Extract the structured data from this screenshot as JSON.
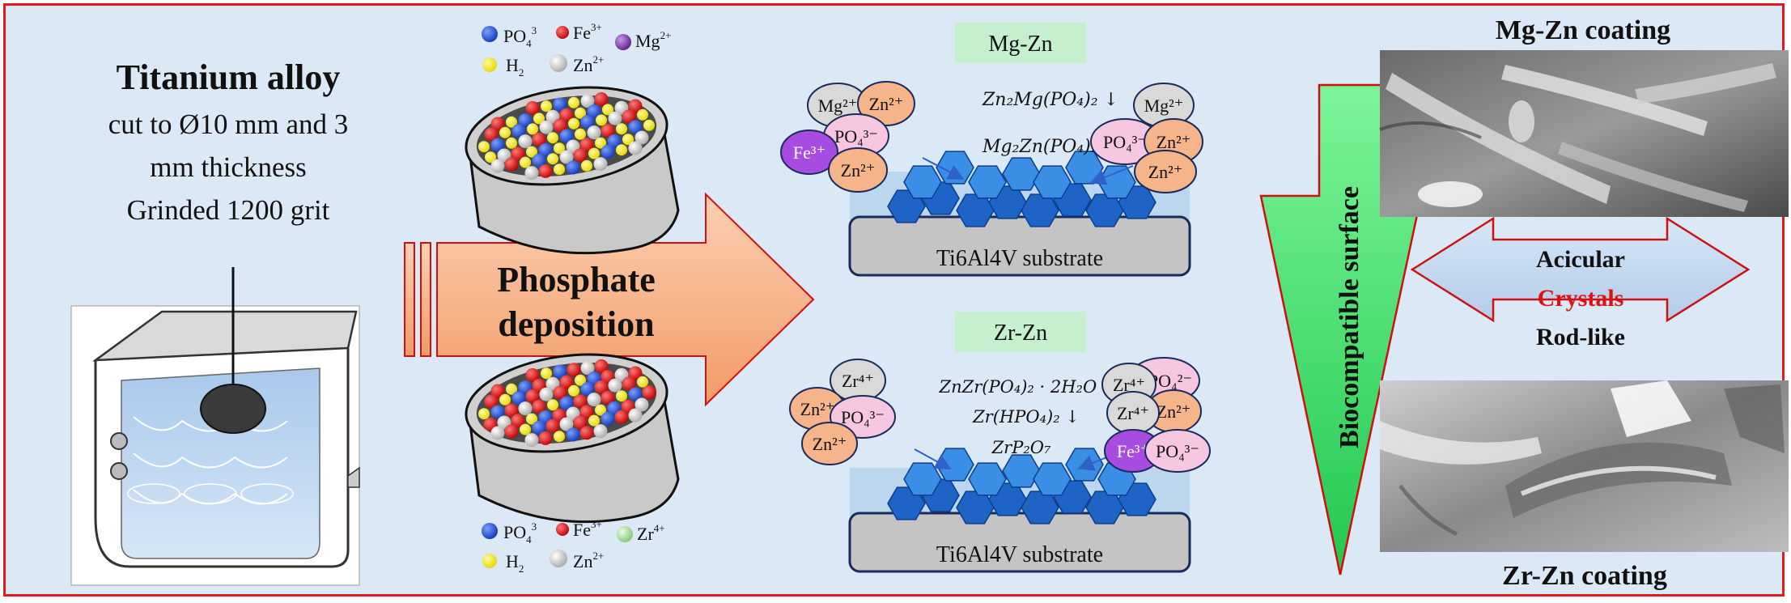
{
  "left": {
    "title": "Titanium alloy",
    "line1": "cut to Ø10 mm and 3",
    "line2": "mm thickness",
    "line3": "Grinded 1200 grit"
  },
  "arrow_label": {
    "line1": "Phosphate",
    "line2": "deposition"
  },
  "legend_top": {
    "po4": "PO",
    "po4_sub": "4",
    "po4_sup": "3",
    "fe": "Fe",
    "fe_sup": "3+",
    "mg": "Mg",
    "mg_sup": "2+",
    "h2": "H",
    "h2_sub": "2",
    "zn": "Zn",
    "zn_sup": "2+"
  },
  "legend_bottom": {
    "po4": "PO",
    "po4_sub": "4",
    "po4_sup": "3",
    "fe": "Fe",
    "fe_sup": "3+",
    "zr": "Zr",
    "zr_sup": "4+",
    "h2": "H",
    "h2_sub": "2",
    "zn": "Zn",
    "zn_sup": "2+"
  },
  "mgzn": {
    "tag": "Mg-Zn",
    "eq1": "Zn₂Mg(PO₄)₂ ↓",
    "eq2": "Mg₂Zn(PO₄)₂ ↓",
    "substrate": "Ti6Al4V substrate",
    "ions_left": [
      "Mg²⁺",
      "Zn²⁺",
      "PO₄³⁻",
      "Fe³⁺",
      "Zn²⁺"
    ],
    "ions_right": [
      "Mg²⁺",
      "PO₄³⁻",
      "Zn²⁺",
      "Zn²⁺"
    ]
  },
  "zrzn": {
    "tag": "Zr-Zn",
    "eq1": "ZnZr(PO₄)₂ · 2H₂O ↓",
    "eq2": "Zr(HPO₄)₂ ↓",
    "eq3": "ZrP₂O₇",
    "substrate": "Ti6Al4V substrate",
    "ions_left": [
      "Zr⁴⁺",
      "Zn²⁺",
      "PO₄³⁻",
      "Zn²⁺"
    ],
    "ions_right": [
      "HPO₄²⁻",
      "Zr⁴⁺",
      "Zn²⁺",
      "Zr⁴⁺",
      "Fe³⁺",
      "PO₄³⁻"
    ]
  },
  "bio_arrow": "Biocompatible surface",
  "right": {
    "top_label": "Mg-Zn coating",
    "bottom_label": "Zr-Zn coating",
    "dbl_line1": "Acicular",
    "dbl_line2": "Crystals",
    "dbl_line3": "Rod-like"
  },
  "colors": {
    "frame": "#e01b1b",
    "background": "#dbe8f5",
    "arrow_fill": "#f7b48a",
    "green_arrow": "#3ee06a",
    "blue_ion": "#1f4fd8",
    "red_ion": "#e01010",
    "purple_ion": "#7a2fa8",
    "yellow_ion": "#f2ea10",
    "white_ion": "#e6e6e6",
    "green_ion": "#a9dba0",
    "mg_ion": "#d9d9d9",
    "zn_ion": "#f5b48a",
    "po4_ion": "#f7c6e0",
    "fe_ion": "#a64ce0"
  }
}
